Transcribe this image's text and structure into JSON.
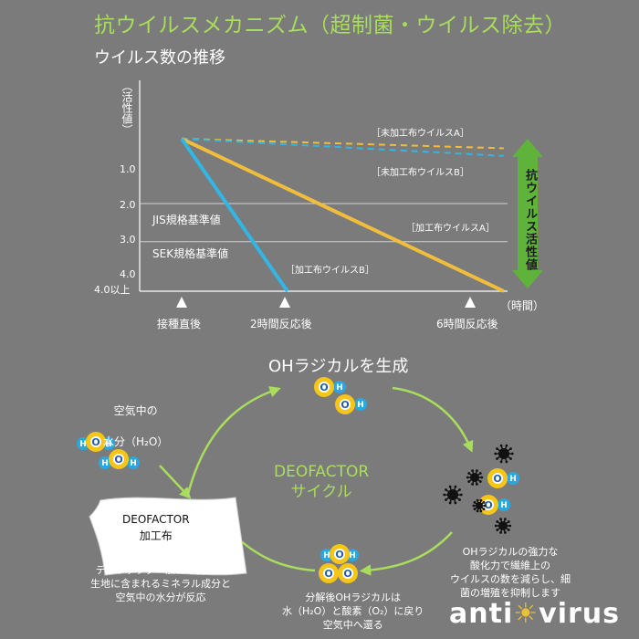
{
  "title": "抗ウイルスメカニズム（超制菌・ウイルス除去）",
  "colors": {
    "background": "#7b7b7b",
    "accent_green": "#a9dd5c",
    "series_yellow": "#f0be3c",
    "series_blue": "#31b6e6",
    "arrow_green": "#5fb33a",
    "molecule_yellow": "#f5c518",
    "molecule_blue": "#29a8e0"
  },
  "chart_data": {
    "type": "line",
    "title": "ウイルス数の推移",
    "ylabel": "（活性値）",
    "xlabel": "（時間）",
    "x_ticks": [
      "接種直後",
      "2時間反応後",
      "6時間反応後"
    ],
    "y_ticks": [
      "1.0",
      "2.0",
      "3.0",
      "4.0",
      "4.0以上"
    ],
    "ylim": [
      0.3,
      4.3
    ],
    "reference_lines": [
      {
        "label": "JIS規格基準値",
        "value": 2.0
      },
      {
        "label": "SEK規格基準値",
        "value": 3.0
      }
    ],
    "series": [
      {
        "name": "［未加工布ウイルスA］",
        "style": "dashed",
        "color": "#f0be3c",
        "x": [
          0,
          6.7
        ],
        "y": [
          0.3,
          0.55
        ]
      },
      {
        "name": "［未加工布ウイルスB］",
        "style": "dashed",
        "color": "#31b6e6",
        "x": [
          0,
          6.7
        ],
        "y": [
          0.3,
          0.75
        ]
      },
      {
        "name": "［加工布ウイルスA］",
        "style": "solid",
        "color": "#f0be3c",
        "x": [
          0,
          6.7
        ],
        "y": [
          0.3,
          4.3
        ]
      },
      {
        "name": "［加工布ウイルスB］",
        "style": "solid",
        "color": "#31b6e6",
        "x": [
          0,
          2.2
        ],
        "y": [
          0.3,
          4.3
        ]
      }
    ],
    "effect_label": "抗ウイルス活性値"
  },
  "cycle": {
    "title": "OHラジカルを生成",
    "center_line1": "DEOFACTOR",
    "center_line2": "サイクル",
    "water_label_line1": "空気中の",
    "water_label_line2": "水分（H₂O）",
    "cloth_label": "DEOFACTOR\n加工布",
    "left_caption": "デオファクター加工を施した\n生地に含まれるミネラル成分と\n空気中の水分が反応",
    "bottom_caption": "分解後OHラジカルは\n水（H₂O）と酸素（O₂）に戻り\n空気中へ還る",
    "right_caption": "OHラジカルの強力な\n酸化力で繊維上の\nウイルスの数を減らし、細\n菌の増殖を抑制します",
    "atom_o": "O",
    "atom_h": "H",
    "molecule_icon": "water-molecule-icon",
    "virus_icon": "virus-icon"
  },
  "logo": {
    "part1": "anti",
    "sun": "☀",
    "part2": "virus"
  }
}
